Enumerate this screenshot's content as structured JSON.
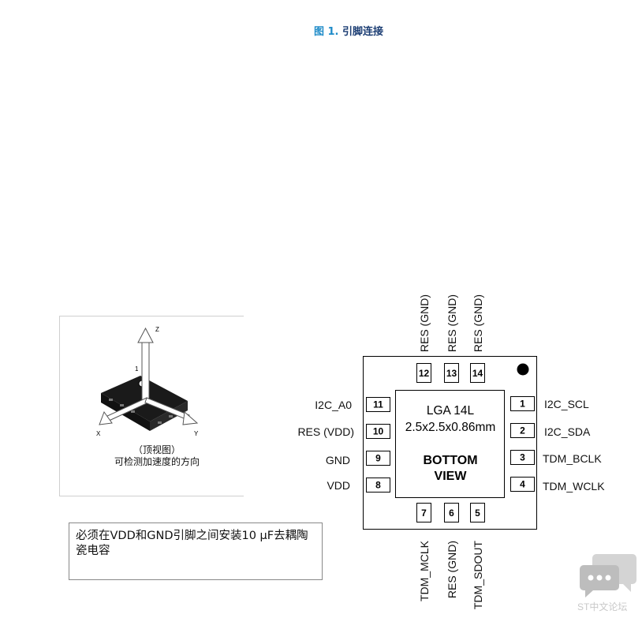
{
  "figure": {
    "number": "图 1.",
    "title": "引脚连接"
  },
  "orientation": {
    "axis_z": "Z",
    "axis_x": "X",
    "axis_y": "Y",
    "pin1_marker": "1",
    "caption_line1": "（顶视图）",
    "caption_line2": "可检测加速度的方向"
  },
  "note": {
    "text": "必须在VDD和GND引脚之间安装10 μF去耦陶瓷电容"
  },
  "package": {
    "name_line1": "LGA 14L",
    "name_line2": "2.5x2.5x0.86mm",
    "view_line1": "BOTTOM",
    "view_line2": "VIEW"
  },
  "pins": {
    "p1": {
      "num": "1",
      "signal": "I2C_SCL"
    },
    "p2": {
      "num": "2",
      "signal": "I2C_SDA"
    },
    "p3": {
      "num": "3",
      "signal": "TDM_BCLK"
    },
    "p4": {
      "num": "4",
      "signal": "TDM_WCLK"
    },
    "p5": {
      "num": "5",
      "signal": "TDM_SDOUT"
    },
    "p6": {
      "num": "6",
      "signal": "RES (GND)"
    },
    "p7": {
      "num": "7",
      "signal": "TDM_MCLK"
    },
    "p8": {
      "num": "8",
      "signal": "VDD"
    },
    "p9": {
      "num": "9",
      "signal": "GND"
    },
    "p10": {
      "num": "10",
      "signal": "RES (VDD)"
    },
    "p11": {
      "num": "11",
      "signal": "I2C_A0"
    },
    "p12": {
      "num": "12",
      "signal": "RES (GND)"
    },
    "p13": {
      "num": "13",
      "signal": "RES (GND)"
    },
    "p14": {
      "num": "14",
      "signal": "RES (GND)"
    }
  },
  "watermark": {
    "label": "ST中文论坛",
    "icon": "chat-bubbles-icon"
  },
  "colors": {
    "figure_number": "#1e8bc8",
    "figure_title": "#1b3d73"
  }
}
